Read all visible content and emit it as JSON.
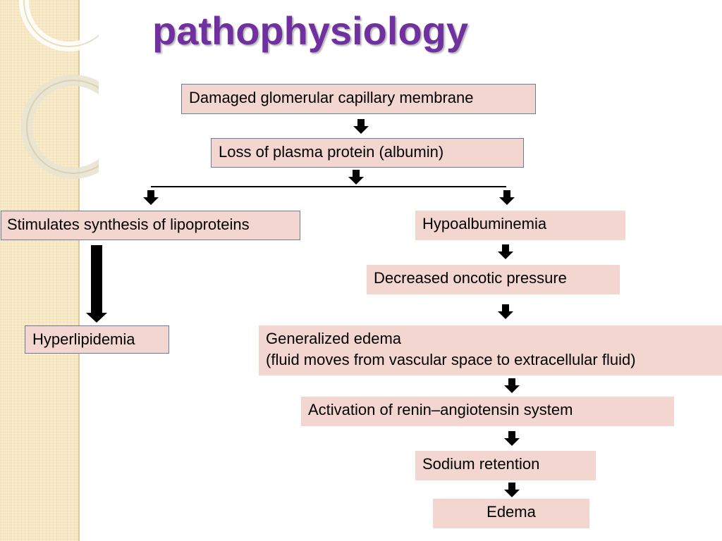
{
  "title": "pathophysiology",
  "nodes": {
    "damaged_membrane": "Damaged glomerular capillary membrane",
    "loss_protein": "Loss of plasma protein (albumin)",
    "stimulates_lipoproteins": "Stimulates synthesis of lipoproteins",
    "hyperlipidemia": "Hyperlipidemia",
    "hypoalbuminemia": "Hypoalbuminemia",
    "decreased_oncotic": "Decreased oncotic pressure",
    "generalized_edema_line1": "Generalized edema",
    "generalized_edema_line2": "(fluid moves from vascular space to extracellular fluid)",
    "renin_angiotensin": "Activation of renin–angiotensin system",
    "sodium_retention": "Sodium retention",
    "edema": "Edema"
  },
  "colors": {
    "title": "#7030a0",
    "box_fill": "#f2d6cf",
    "box_border": "#6b7d9a",
    "side_band": "#f6e7c1"
  }
}
